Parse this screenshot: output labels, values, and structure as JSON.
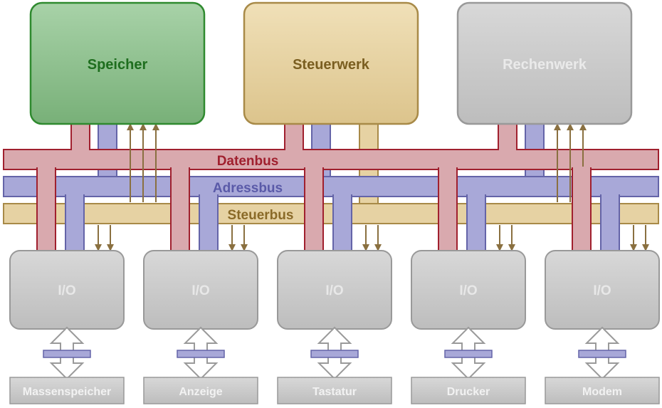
{
  "units": {
    "memory": "Speicher",
    "control": "Steuerwerk",
    "alu": "Rechenwerk"
  },
  "buses": {
    "data": "Datenbus",
    "address": "Adressbus",
    "control": "Steuerbus"
  },
  "io_modules": [
    {
      "label": "I/O",
      "device": "Massenspeicher"
    },
    {
      "label": "I/O",
      "device": "Anzeige"
    },
    {
      "label": "I/O",
      "device": "Tastatur"
    },
    {
      "label": "I/O",
      "device": "Drucker"
    },
    {
      "label": "I/O",
      "device": "Modem"
    }
  ],
  "colors": {
    "data_bus": "#d9a9ae",
    "data_bus_border": "#a0202e",
    "address_bus": "#a8a8d8",
    "address_bus_border": "#6464a8",
    "control_bus": "#e6d2a3",
    "control_bus_border": "#a88a48",
    "memory": "#8cc08c",
    "control_unit": "#e6d2a3",
    "alu": "#cccccc"
  }
}
